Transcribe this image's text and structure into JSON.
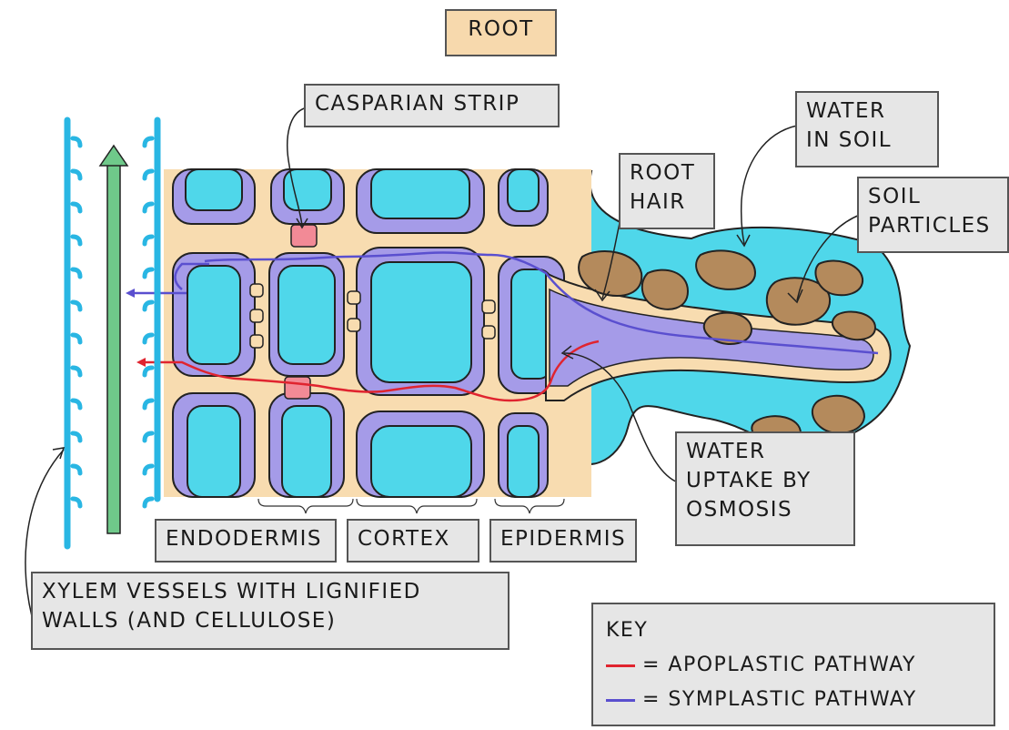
{
  "title": "ROOT",
  "labels": {
    "casparian_strip": "CASPARIAN STRIP",
    "water_in_soil": [
      "WATER",
      "IN SOIL"
    ],
    "root_hair": [
      "ROOT",
      "HAIR"
    ],
    "soil_particles": [
      "SOIL",
      "PARTICLES"
    ],
    "water_uptake": [
      "WATER",
      "UPTAKE BY",
      "OSMOSIS"
    ],
    "endodermis": "ENDODERMIS",
    "cortex": "CORTEX",
    "epidermis": "EPIDERMIS",
    "xylem": [
      "XYLEM VESSELS WITH LIGNIFIED",
      "WALLS (AND CELLULOSE)"
    ]
  },
  "key": {
    "heading": "KEY",
    "items": [
      {
        "text": "= APOPLASTIC PATHWAY",
        "color": "#e0242f"
      },
      {
        "text": "= SYMPLASTIC PATHWAY",
        "color": "#5a4fcf"
      }
    ]
  },
  "colors": {
    "water": "#4fd7ea",
    "cell_wall": "#f8dcb0",
    "cytoplasm": "#a59be8",
    "soil_particle": "#b48a5c",
    "xylem": "#29b6e3",
    "flow_arrow": "#6fc98a",
    "casparian": "#f28a96"
  }
}
